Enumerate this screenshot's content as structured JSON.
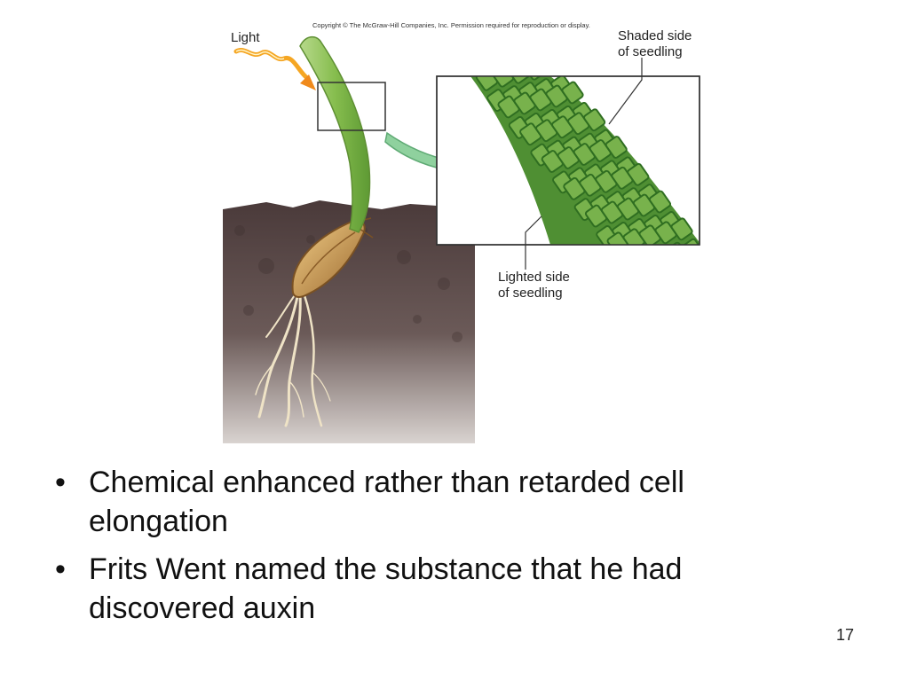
{
  "figure": {
    "copyright": "Copyright © The McGraw-Hill Companies, Inc. Permission required for reproduction or display.",
    "light_label": "Light",
    "shaded_label": [
      "Shaded side",
      "of seedling"
    ],
    "lighted_label": [
      "Lighted side",
      "of seedling"
    ],
    "colors": {
      "soil": "#5b4a48",
      "stem": "#8cc04f",
      "cell_fill": "#72ad4a",
      "cell_border": "#3d7a2b",
      "arrow_light": "#f5a623",
      "zoom_arrow": "#8fd19e",
      "seed": "#d6a85e",
      "root": "#efe3c6"
    }
  },
  "bullets": [
    "Chemical enhanced rather than retarded cell elongation",
    "Frits Went named the substance that he had discovered auxin"
  ],
  "bullet_glyph": "•",
  "page_number": "17"
}
